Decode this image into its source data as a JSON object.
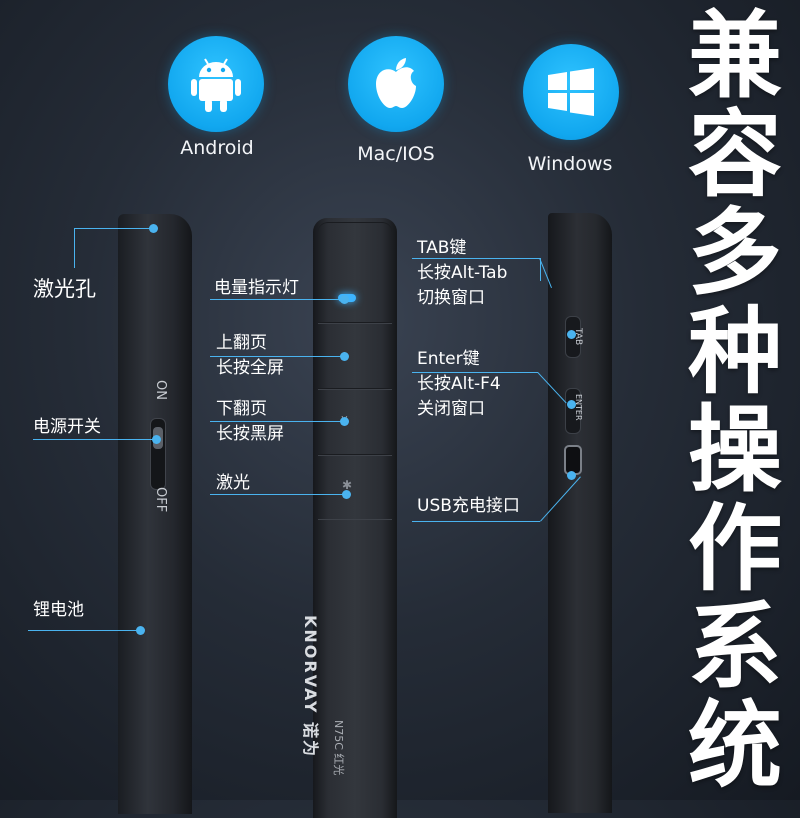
{
  "os_icons": [
    {
      "name": "android-icon",
      "label": "Android"
    },
    {
      "name": "apple-icon",
      "label": "Mac/IOS"
    },
    {
      "name": "windows-icon",
      "label": "Windows"
    }
  ],
  "headline": [
    "兼",
    "容",
    "多",
    "种",
    "操",
    "作",
    "系",
    "统"
  ],
  "left_callouts": {
    "laser_hole": "激光孔",
    "power_switch": "电源开关",
    "battery": "锂电池"
  },
  "switch_labels": {
    "on": "ON",
    "off": "OFF"
  },
  "middle_callouts": {
    "battery_led": "电量指示灯",
    "page_up": [
      "上翻页",
      "长按全屏"
    ],
    "page_down": [
      "下翻页",
      "长按黑屏"
    ],
    "laser": "激光"
  },
  "right_callouts": {
    "tab_key": [
      "TAB键",
      "长按Alt-Tab",
      "切换窗口"
    ],
    "enter_key": [
      "Enter键",
      "长按Alt-F4",
      "关闭窗口"
    ],
    "usb_port": "USB充电接口"
  },
  "side_button_labels": {
    "tab": "TAB",
    "enter": "ENTER"
  },
  "device_text": {
    "brand": "KNORVAY 诺为",
    "model": "N75C 红光"
  },
  "colors": {
    "accent": "#4ab3ef",
    "os_circle": "#11a7ef",
    "background": "#252c37"
  }
}
